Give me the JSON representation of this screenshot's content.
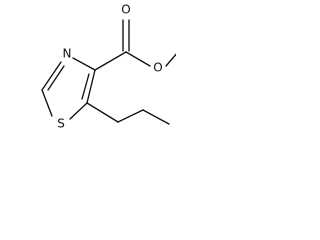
{
  "molecule": {
    "atoms": {
      "ester_carbonyl_oxygen": "O",
      "ester_oxygen": "O",
      "ring_nitrogen": "N",
      "ring_sulfur": "S"
    }
  }
}
